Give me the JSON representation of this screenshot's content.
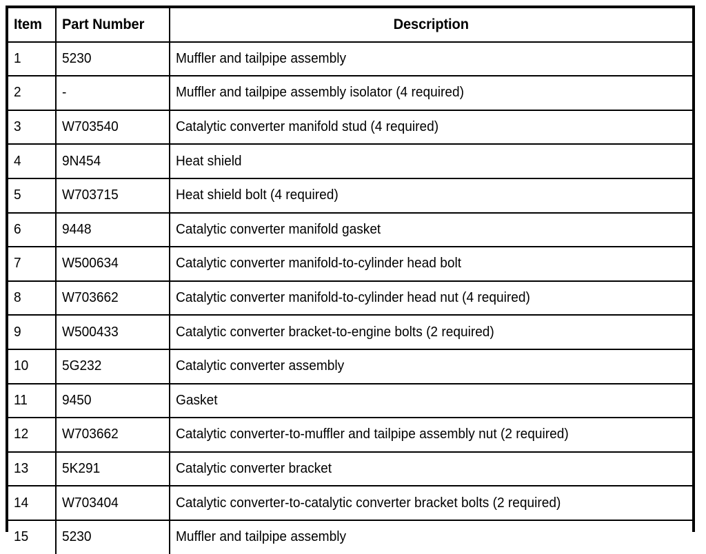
{
  "document": {
    "type": "parts-table",
    "background_color": "#ffffff",
    "text_color": "#000000",
    "border_color": "#000000"
  },
  "table": {
    "columns": [
      {
        "key": "item",
        "label": "Item",
        "align": "left"
      },
      {
        "key": "part_number",
        "label": "Part Number",
        "align": "left"
      },
      {
        "key": "description",
        "label": "Description",
        "align": "center"
      }
    ],
    "rows": [
      {
        "item": "1",
        "part_number": "5230",
        "description": "Muffler and tailpipe assembly"
      },
      {
        "item": "2",
        "part_number": "-",
        "description": "Muffler and tailpipe assembly isolator (4 required)"
      },
      {
        "item": "3",
        "part_number": "W703540",
        "description": "Catalytic converter manifold stud (4 required)"
      },
      {
        "item": "4",
        "part_number": "9N454",
        "description": "Heat shield"
      },
      {
        "item": "5",
        "part_number": "W703715",
        "description": "Heat shield bolt (4 required)"
      },
      {
        "item": "6",
        "part_number": "9448",
        "description": "Catalytic converter manifold gasket"
      },
      {
        "item": "7",
        "part_number": "W500634",
        "description": "Catalytic converter manifold-to-cylinder head bolt"
      },
      {
        "item": "8",
        "part_number": "W703662",
        "description": "Catalytic converter manifold-to-cylinder head nut (4 required)"
      },
      {
        "item": "9",
        "part_number": "W500433",
        "description": "Catalytic converter bracket-to-engine bolts (2 required)"
      },
      {
        "item": "10",
        "part_number": "5G232",
        "description": "Catalytic converter assembly"
      },
      {
        "item": "11",
        "part_number": "9450",
        "description": "Gasket"
      },
      {
        "item": "12",
        "part_number": "W703662",
        "description": "Catalytic converter-to-muffler and tailpipe assembly nut (2 required)"
      },
      {
        "item": "13",
        "part_number": "5K291",
        "description": "Catalytic converter bracket"
      },
      {
        "item": "14",
        "part_number": "W703404",
        "description": "Catalytic converter-to-catalytic converter bracket bolts (2 required)"
      },
      {
        "item": "15",
        "part_number": "5230",
        "description": "Muffler and tailpipe assembly"
      }
    ]
  }
}
